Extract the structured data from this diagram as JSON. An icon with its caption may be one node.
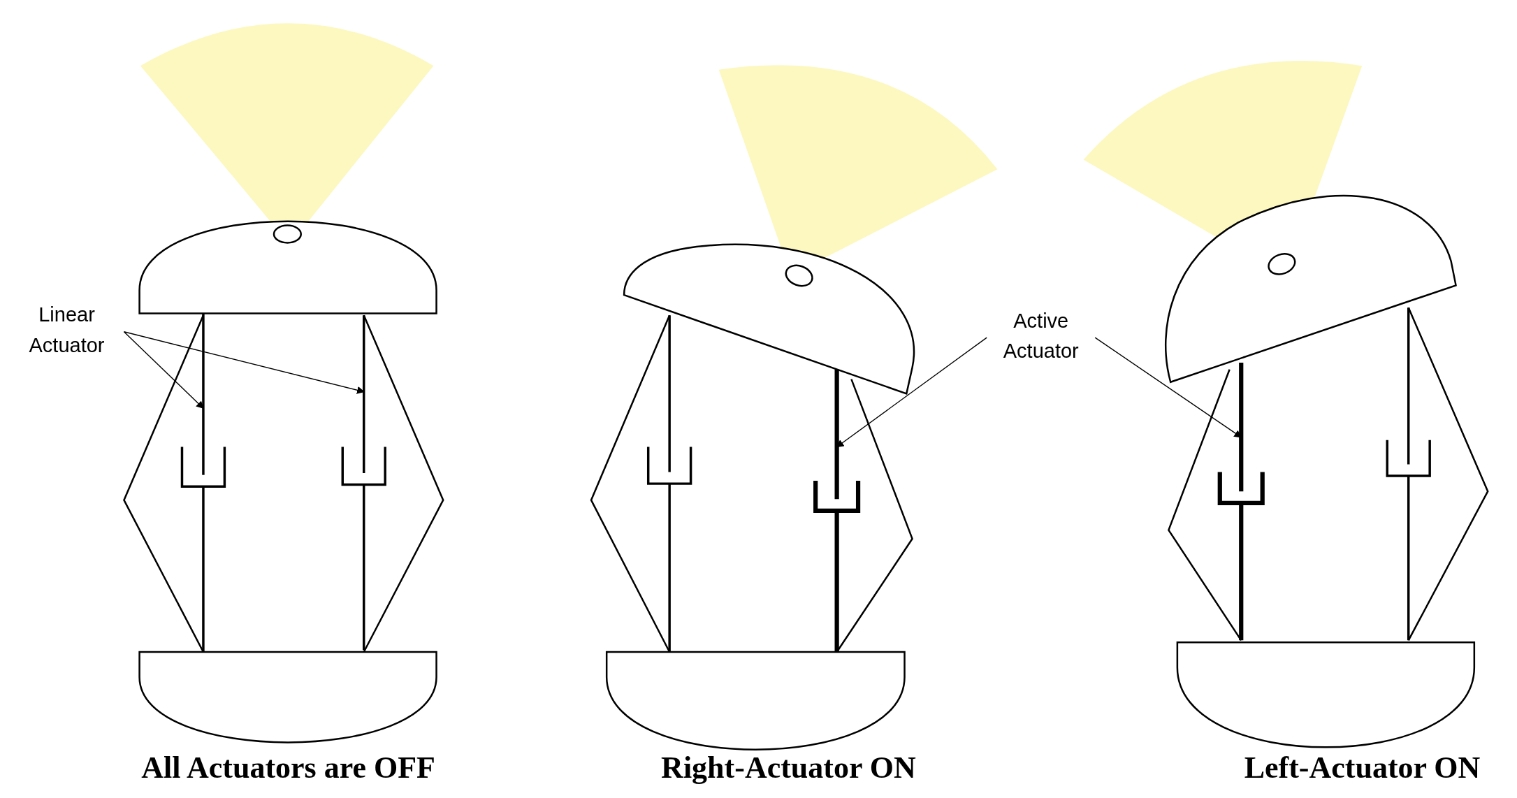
{
  "diagram": {
    "nodes": [
      {
        "text": [
          "Linear Actuator"
        ]
      },
      {
        "text": [],
        "shape": "bar"
      },
      {
        "text": [],
        "shape": "bar"
      },
      {
        "text": [
          "Active Actuator"
        ]
      },
      {
        "text": [],
        "shape": "bar"
      },
      {
        "text": [],
        "shape": "bar"
      }
    ],
    "edges": [
      {
        "from": 0,
        "to": 1,
        "arrow": "to"
      },
      {
        "from": 0,
        "to": 2,
        "arrow": "to"
      },
      {
        "from": 3,
        "to": 4,
        "arrow": "to"
      },
      {
        "from": 3,
        "to": 5,
        "arrow": "to"
      }
    ],
    "labels": [
      "All Actuators are OFF",
      "Right-Actuator ON",
      "Left-Actuator ON"
    ]
  }
}
